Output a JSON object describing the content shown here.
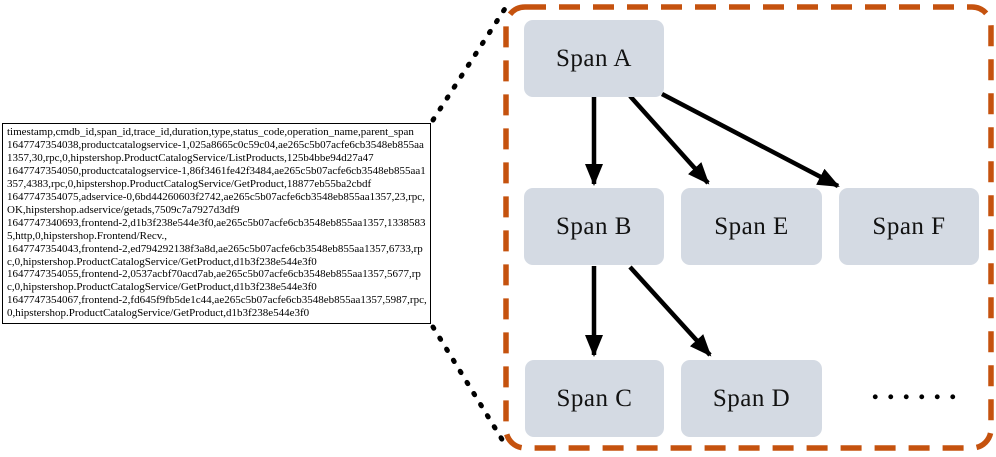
{
  "figure": {
    "trace_log_panel": {
      "rows": [
        "timestamp,cmdb_id,span_id,trace_id,duration,type,status_code,operation_name,parent_span",
        "1647747354038,productcatalogservice-1,025a8665c0c59c04,ae265c5b07acfe6cb3548eb855aa1357,30,rpc,0,hipstershop.ProductCatalogService/ListProducts,125b4bbe94d27a47",
        "1647747354050,productcatalogservice-1,86f3461fe42f3484,ae265c5b07acfe6cb3548eb855aa1357,4383,rpc,0,hipstershop.ProductCatalogService/GetProduct,18877eb55ba2cbdf",
        "1647747354075,adservice-0,6bd44260603f2742,ae265c5b07acfe6cb3548eb855aa1357,23,rpc,OK,hipstershop.adservice/getads,7509c7a7927d3df9",
        "1647747340693,frontend-2,d1b3f238e544e3f0,ae265c5b07acfe6cb3548eb855aa1357,13385835,http,0,hipstershop.Frontend/Recv.,",
        "1647747354043,frontend-2,ed794292138f3a8d,ae265c5b07acfe6cb3548eb855aa1357,6733,rpc,0,hipstershop.ProductCatalogService/GetProduct,d1b3f238e544e3f0",
        "1647747354055,frontend-2,0537acbf70acd7ab,ae265c5b07acfe6cb3548eb855aa1357,5677,rpc,0,hipstershop.ProductCatalogService/GetProduct,d1b3f238e544e3f0",
        "1647747354067,frontend-2,fd645f9fb5de1c44,ae265c5b07acfe6cb3548eb855aa1357,5987,rpc,0,hipstershop.ProductCatalogService/GetProduct,d1b3f238e544e3f0"
      ]
    },
    "span_tree": {
      "nodes": [
        {
          "id": "span-a",
          "label": "Span A"
        },
        {
          "id": "span-b",
          "label": "Span B"
        },
        {
          "id": "span-e",
          "label": "Span E"
        },
        {
          "id": "span-f",
          "label": "Span F"
        },
        {
          "id": "span-c",
          "label": "Span C"
        },
        {
          "id": "span-d",
          "label": "Span D"
        }
      ],
      "edges": [
        {
          "from": "Span A",
          "to": "Span B"
        },
        {
          "from": "Span A",
          "to": "Span E"
        },
        {
          "from": "Span A",
          "to": "Span F"
        },
        {
          "from": "Span B",
          "to": "Span C"
        },
        {
          "from": "Span B",
          "to": "Span D"
        }
      ],
      "ellipsis": "......"
    },
    "colors": {
      "callout_border": "#C5520E",
      "node_fill": "#D4DAE3",
      "line_black": "#000000",
      "log_box_border": "#000000"
    }
  }
}
